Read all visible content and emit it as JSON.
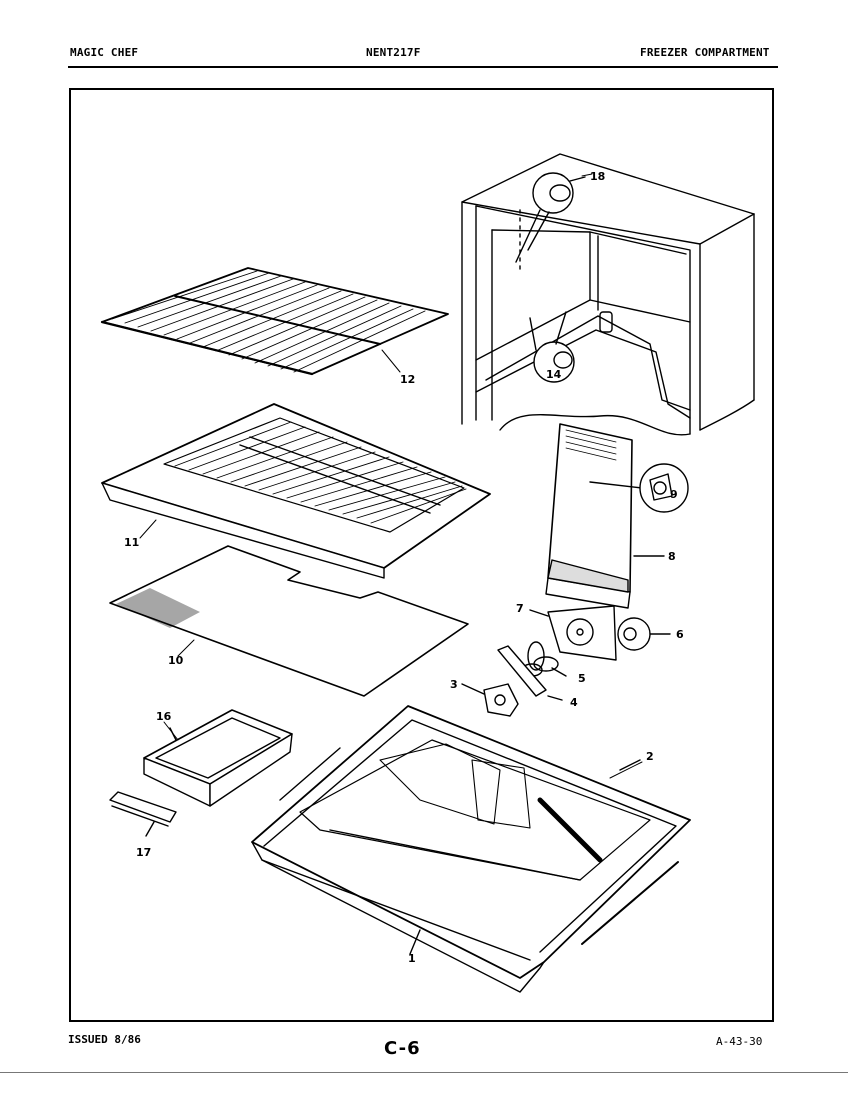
{
  "header": {
    "brand": "MAGIC CHEF",
    "model": "NENT217F",
    "section": "FREEZER COMPARTMENT"
  },
  "footer": {
    "issued": "ISSUED 8/86",
    "page": "C-6",
    "code": "A-43-30"
  },
  "callouts": [
    "1",
    "2",
    "3",
    "4",
    "5",
    "6",
    "7",
    "8",
    "9",
    "10",
    "11",
    "12",
    "14",
    "16",
    "17",
    "18"
  ]
}
